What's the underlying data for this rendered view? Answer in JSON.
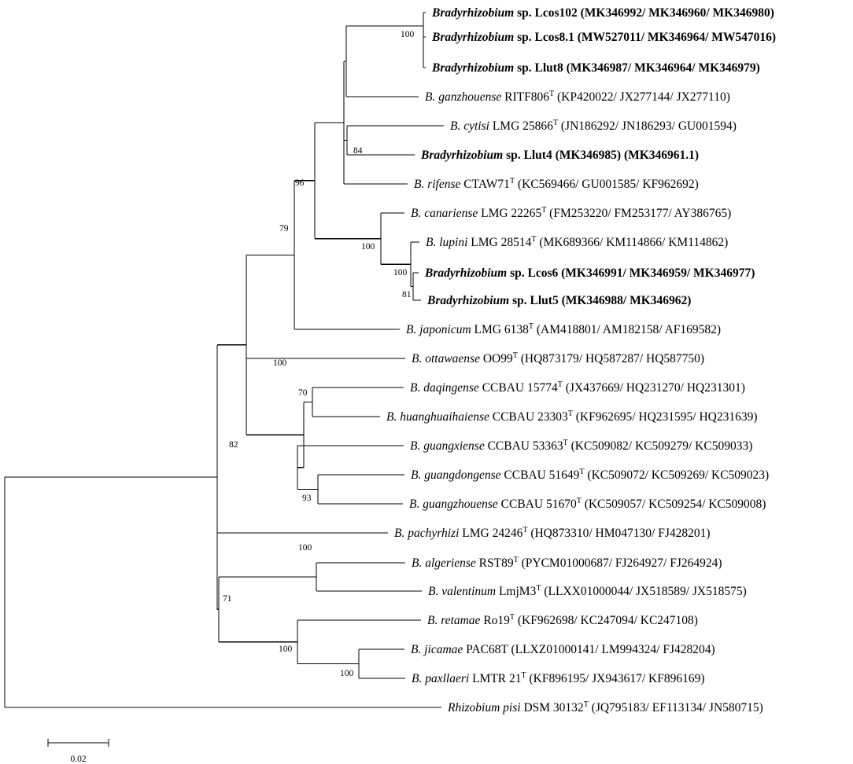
{
  "tree": {
    "branches": [
      [
        "root",
        "n82"
      ],
      [
        "root",
        "rpisi"
      ],
      [
        "n82",
        "n100a"
      ],
      [
        "n82",
        "pach"
      ],
      [
        "n82",
        "n71"
      ],
      [
        "n100a",
        "n79"
      ],
      [
        "n100a",
        "otta"
      ],
      [
        "n100a",
        "n70g"
      ],
      [
        "n79",
        "n96"
      ],
      [
        "n79",
        "japo"
      ],
      [
        "n96",
        "nA"
      ],
      [
        "n96",
        "n100c"
      ],
      [
        "nA",
        "nB"
      ],
      [
        "nA",
        "nC"
      ],
      [
        "nA",
        "rife"
      ],
      [
        "nB",
        "n100s"
      ],
      [
        "nB",
        "ganz"
      ],
      [
        "n100s",
        "lcos102"
      ],
      [
        "n100s",
        "lcos81"
      ],
      [
        "n100s",
        "llut8"
      ],
      [
        "nC",
        "n84"
      ],
      [
        "nC",
        "llut4"
      ],
      [
        "n84",
        "cyti"
      ],
      [
        "n100c",
        "cana"
      ],
      [
        "n100c",
        "nL"
      ],
      [
        "nL",
        "lupi"
      ],
      [
        "nL",
        "n100l"
      ],
      [
        "n100l",
        "lcos6"
      ],
      [
        "n100l",
        "n81"
      ],
      [
        "n81",
        "llut5"
      ],
      [
        "n70g",
        "n70"
      ],
      [
        "n70g",
        "nG"
      ],
      [
        "n70",
        "daqi"
      ],
      [
        "n70",
        "huan"
      ],
      [
        "nG",
        "guax"
      ],
      [
        "nG",
        "n93"
      ],
      [
        "n93",
        "guad"
      ],
      [
        "n93",
        "guaz"
      ],
      [
        "n71",
        "n100al"
      ],
      [
        "n71",
        "n100r"
      ],
      [
        "n100al",
        "alge"
      ],
      [
        "n100al",
        "vale"
      ],
      [
        "n100r",
        "reta"
      ],
      [
        "n100r",
        "n100j"
      ],
      [
        "n100j",
        "jica"
      ],
      [
        "n100j",
        "paxl"
      ]
    ],
    "internal_nodes": [
      {
        "id": "root",
        "support": ""
      },
      {
        "id": "n82",
        "support": "82"
      },
      {
        "id": "n100a",
        "support": "100"
      },
      {
        "id": "n79",
        "support": "79"
      },
      {
        "id": "n96",
        "support": "96"
      },
      {
        "id": "nA",
        "support": ""
      },
      {
        "id": "nB",
        "support": ""
      },
      {
        "id": "n100s",
        "support": "100"
      },
      {
        "id": "nC",
        "support": ""
      },
      {
        "id": "n84",
        "support": "84"
      },
      {
        "id": "n100c",
        "support": "100"
      },
      {
        "id": "nL",
        "support": ""
      },
      {
        "id": "n100l",
        "support": "100"
      },
      {
        "id": "n81",
        "support": "81"
      },
      {
        "id": "n70g",
        "support": ""
      },
      {
        "id": "n70",
        "support": "70"
      },
      {
        "id": "nG",
        "support": ""
      },
      {
        "id": "n93",
        "support": "93"
      },
      {
        "id": "n71",
        "support": "71"
      },
      {
        "id": "n100al",
        "support": "100"
      },
      {
        "id": "n100r",
        "support": "100"
      },
      {
        "id": "n100j",
        "support": "100"
      }
    ],
    "leaves": [
      {
        "id": "lcos102",
        "bold": true,
        "genus": "Bradyrhizobium",
        "rest": " sp. Lcos102 (MK346992/ MK346960/ MK346980)",
        "sup": "",
        "acc": ""
      },
      {
        "id": "lcos81",
        "bold": true,
        "genus": "Bradyrhizobium",
        "rest": " sp. Lcos8.1 (MW527011/ MK346964/ MW547016)",
        "sup": "",
        "acc": ""
      },
      {
        "id": "llut8",
        "bold": true,
        "genus": "Bradyrhizobium",
        "rest": " sp. Llut8 (MK346987/ MK346964/ MK346979)",
        "sup": "",
        "acc": ""
      },
      {
        "id": "ganz",
        "bold": false,
        "genus": "B. ganzhouense",
        "rest": " RITF806",
        "sup": "T",
        "acc": " (KP420022/ JX277144/ JX277110)"
      },
      {
        "id": "cyti",
        "bold": false,
        "genus": "B. cytisi",
        "rest": " LMG 25866",
        "sup": "T",
        "acc": " (JN186292/ JN186293/ GU001594)"
      },
      {
        "id": "llut4",
        "bold": true,
        "genus": "Bradyrhizobium",
        "rest": " sp. Llut4 (MK346985) (MK346961.1)",
        "sup": "",
        "acc": ""
      },
      {
        "id": "rife",
        "bold": false,
        "genus": "B. rifense",
        "rest": " CTAW71",
        "sup": "T",
        "acc": " (KC569466/ GU001585/ KF962692)"
      },
      {
        "id": "cana",
        "bold": false,
        "genus": "B. canariense",
        "rest": " LMG 22265",
        "sup": "T",
        "acc": " (FM253220/ FM253177/ AY386765)"
      },
      {
        "id": "lupi",
        "bold": false,
        "genus": "B. lupini",
        "rest": " LMG 28514",
        "sup": "T",
        "acc": " (MK689366/ KM114866/ KM114862)"
      },
      {
        "id": "lcos6",
        "bold": true,
        "genus": "Bradyrhizobium",
        "rest": " sp. Lcos6 (MK346991/ MK346959/ MK346977)",
        "sup": "",
        "acc": ""
      },
      {
        "id": "llut5",
        "bold": true,
        "genus": "Bradyrhizobium",
        "rest": " sp. Llut5 (MK346988/ MK346962)",
        "sup": "",
        "acc": ""
      },
      {
        "id": "japo",
        "bold": false,
        "genus": "B. japonicum",
        "rest": " LMG 6138",
        "sup": "T",
        "acc": " (AM418801/ AM182158/ AF169582)"
      },
      {
        "id": "otta",
        "bold": false,
        "genus": "B. ottawaense",
        "rest": " OO99",
        "sup": "T",
        "acc": " (HQ873179/ HQ587287/ HQ587750)"
      },
      {
        "id": "daqi",
        "bold": false,
        "genus": "B. daqingense",
        "rest": " CCBAU 15774",
        "sup": "T",
        "acc": " (JX437669/ HQ231270/ HQ231301)"
      },
      {
        "id": "huan",
        "bold": false,
        "genus": "B. huanghuaihaiense",
        "rest": " CCBAU 23303",
        "sup": "T",
        "acc": " (KF962695/ HQ231595/ HQ231639)"
      },
      {
        "id": "guax",
        "bold": false,
        "genus": "B. guangxiense",
        "rest": " CCBAU 53363",
        "sup": "T",
        "acc": " (KC509082/ KC509279/ KC509033)"
      },
      {
        "id": "guad",
        "bold": false,
        "genus": "B. guangdongense",
        "rest": " CCBAU 51649",
        "sup": "T",
        "acc": " (KC509072/ KC509269/ KC509023)"
      },
      {
        "id": "guaz",
        "bold": false,
        "genus": "B. guangzhouense",
        "rest": " CCBAU 51670",
        "sup": "T",
        "acc": " (KC509057/ KC509254/ KC509008)"
      },
      {
        "id": "pach",
        "bold": false,
        "genus": "B. pachyrhizi",
        "rest": " LMG 24246",
        "sup": "T",
        "acc": " (HQ873310/ HM047130/ FJ428201)"
      },
      {
        "id": "alge",
        "bold": false,
        "genus": "B. algeriense",
        "rest": " RST89",
        "sup": "T",
        "acc": " (PYCM01000687/ FJ264927/ FJ264924)"
      },
      {
        "id": "vale",
        "bold": false,
        "genus": "B. valentinum",
        "rest": " LmjM3",
        "sup": "T",
        "acc": " (LLXX01000044/ JX518589/ JX518575)"
      },
      {
        "id": "reta",
        "bold": false,
        "genus": "B. retamae",
        "rest": " Ro19",
        "sup": "T",
        "acc": " (KF962698/ KC247094/ KC247108)"
      },
      {
        "id": "jica",
        "bold": false,
        "genus": "B. jicamae",
        "rest": " PAC68T (LLXZ01000141/ LM994324/ FJ428204)",
        "sup": "",
        "acc": ""
      },
      {
        "id": "paxl",
        "bold": false,
        "genus": "B. paxllaeri",
        "rest": " LMTR 21",
        "sup": "T",
        "acc": " (KF896195/ JX943617/ KF896169)"
      },
      {
        "id": "rpisi",
        "bold": false,
        "genus": "Rhizobium pisi",
        "rest": " DSM 30132",
        "sup": "T",
        "acc": " (JQ795183/ EF113134/ JN580715)"
      }
    ],
    "scale_bar": {
      "label": "0.02",
      "value": 0.02
    }
  }
}
